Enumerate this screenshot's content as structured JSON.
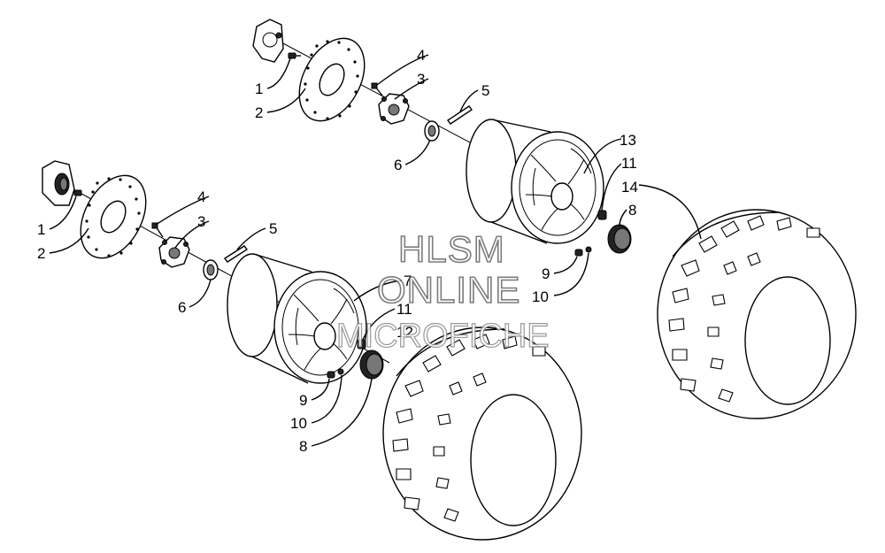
{
  "diagram": {
    "callouts": [
      "1",
      "2",
      "3",
      "4",
      "5",
      "6",
      "7",
      "8",
      "9",
      "10",
      "11",
      "12",
      "13",
      "14"
    ],
    "watermark": {
      "line1": "HLSM",
      "line2": "ONLINE",
      "line3": "MICROFICHE"
    }
  }
}
